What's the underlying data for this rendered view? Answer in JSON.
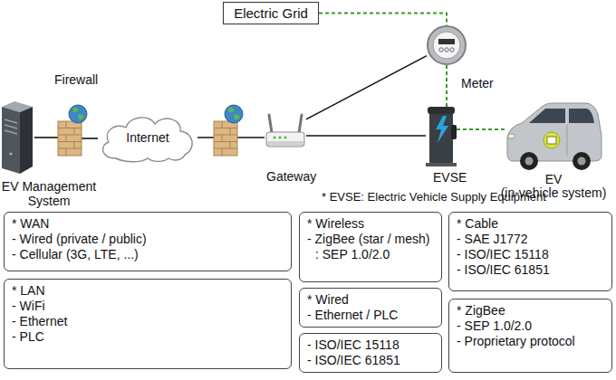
{
  "diagram": {
    "nodes": [
      {
        "text": [
          "Electric Grid"
        ]
      },
      {
        "text": [
          "Meter"
        ]
      },
      {
        "text": [
          "EV Management System"
        ]
      },
      {
        "text": [
          "Firewall"
        ]
      },
      {
        "text": [
          "Internet"
        ]
      },
      {
        "text": [
          "Gateway"
        ]
      },
      {
        "text": [
          "EVSE"
        ]
      },
      {
        "text": [
          "EV",
          "(in-vehicle system)"
        ]
      },
      {
        "text": [
          "* WAN",
          "- Wired (private / public)",
          "- Cellular (3G, LTE, ...)"
        ]
      },
      {
        "text": [
          "* LAN",
          "- WiFi",
          "- Ethernet",
          "- PLC"
        ]
      },
      {
        "text": [
          "* Wireless",
          "- ZigBee (star / mesh) : SEP 1.0/2.0"
        ]
      },
      {
        "text": [
          "* Wired",
          "- Ethernet / PLC"
        ]
      },
      {
        "text": [
          "- ISO/IEC 15118",
          "- ISO/IEC 61851"
        ]
      },
      {
        "text": [
          "* Cable",
          "- SAE J1772",
          "- ISO/IEC 15118",
          "- ISO/IEC 61851"
        ]
      },
      {
        "text": [
          "* ZigBee",
          "- SEP 1.0/2.0",
          "- Proprietary protocol"
        ]
      }
    ],
    "edges": [
      {
        "from": 2,
        "to": 3,
        "arrow": "none"
      },
      {
        "from": 3,
        "to": 4,
        "arrow": "none"
      },
      {
        "from": 4,
        "to": 5,
        "arrow": "none"
      },
      {
        "from": 5,
        "to": 1,
        "arrow": "none"
      },
      {
        "from": 5,
        "to": 6,
        "arrow": "none"
      },
      {
        "from": 0,
        "to": 1,
        "arrow": "none"
      },
      {
        "from": 1,
        "to": 6,
        "arrow": "none"
      },
      {
        "from": 6,
        "to": 7,
        "arrow": "none"
      }
    ],
    "labels": [
      "* EVSE: Electric Vehicle Supply Equipment"
    ]
  }
}
